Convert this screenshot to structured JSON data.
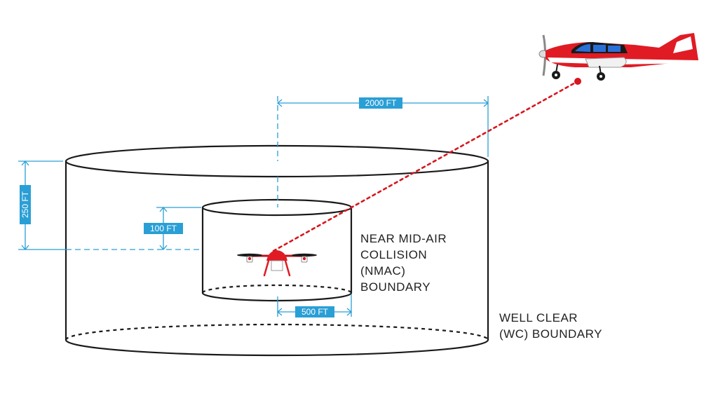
{
  "colors": {
    "dimension": "#2a9fd6",
    "outline": "#1a1a1a",
    "aircraft": "#e01b24",
    "path": "#d7161e",
    "text": "#222222"
  },
  "dimensions": {
    "wc_radius": "2000 FT",
    "wc_height": "250 FT",
    "nmac_height": "100 FT",
    "nmac_radius": "500 FT"
  },
  "labels": {
    "nmac": [
      "NEAR MID-AIR",
      "COLLISION",
      "(NMAC)",
      "BOUNDARY"
    ],
    "wc": [
      "WELL CLEAR",
      "(WC) BOUNDARY"
    ]
  },
  "icons": {
    "drone": "drone-icon",
    "airplane": "airplane-icon"
  }
}
